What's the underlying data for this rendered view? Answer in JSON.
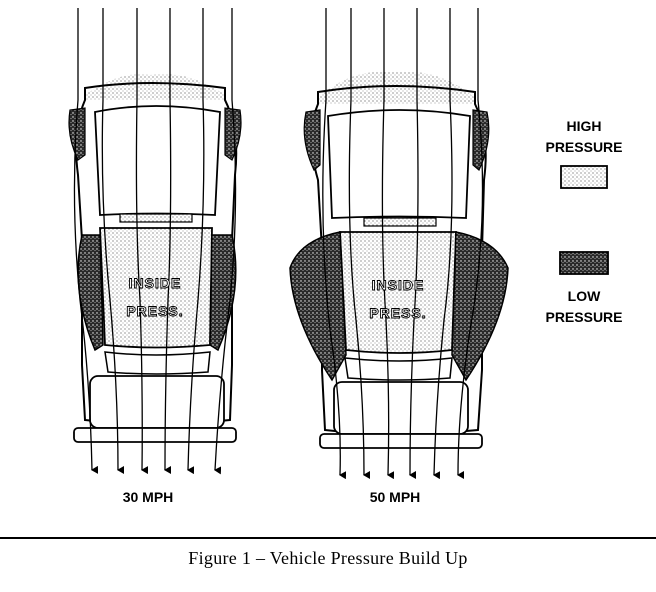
{
  "diagram": {
    "cars": [
      {
        "id": "car-30",
        "speed_label": "30 MPH",
        "inside_label_1": "INSIDE",
        "inside_label_2": "PRESS."
      },
      {
        "id": "car-50",
        "speed_label": "50 MPH",
        "inside_label_1": "INSIDE",
        "inside_label_2": "PRESS."
      }
    ],
    "legend": {
      "high_line1": "HIGH",
      "high_line2": "PRESSURE",
      "low_line1": "LOW",
      "low_line2": "PRESSURE"
    },
    "colors": {
      "ink": "#000000",
      "paper": "#ffffff",
      "high_fill": "#d9d9d9",
      "low_fill": "#3a3a3a"
    }
  },
  "caption": "Figure 1 – Vehicle Pressure Build Up"
}
